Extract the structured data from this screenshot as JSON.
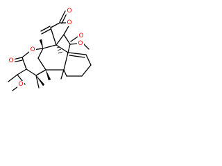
{
  "molecule": {
    "atom_labels": {
      "o_top_carbonyl": "O",
      "o_lactone_ring": "O",
      "o_ester_link": "O",
      "o_left_carbonyl": "O",
      "o_bottom_left": "O",
      "o_right_carbonyl": "O",
      "o_right_methoxy": "O"
    },
    "colors": {
      "oxygen": "#ff0000",
      "bond": "#000000",
      "background": "#ffffff"
    }
  }
}
